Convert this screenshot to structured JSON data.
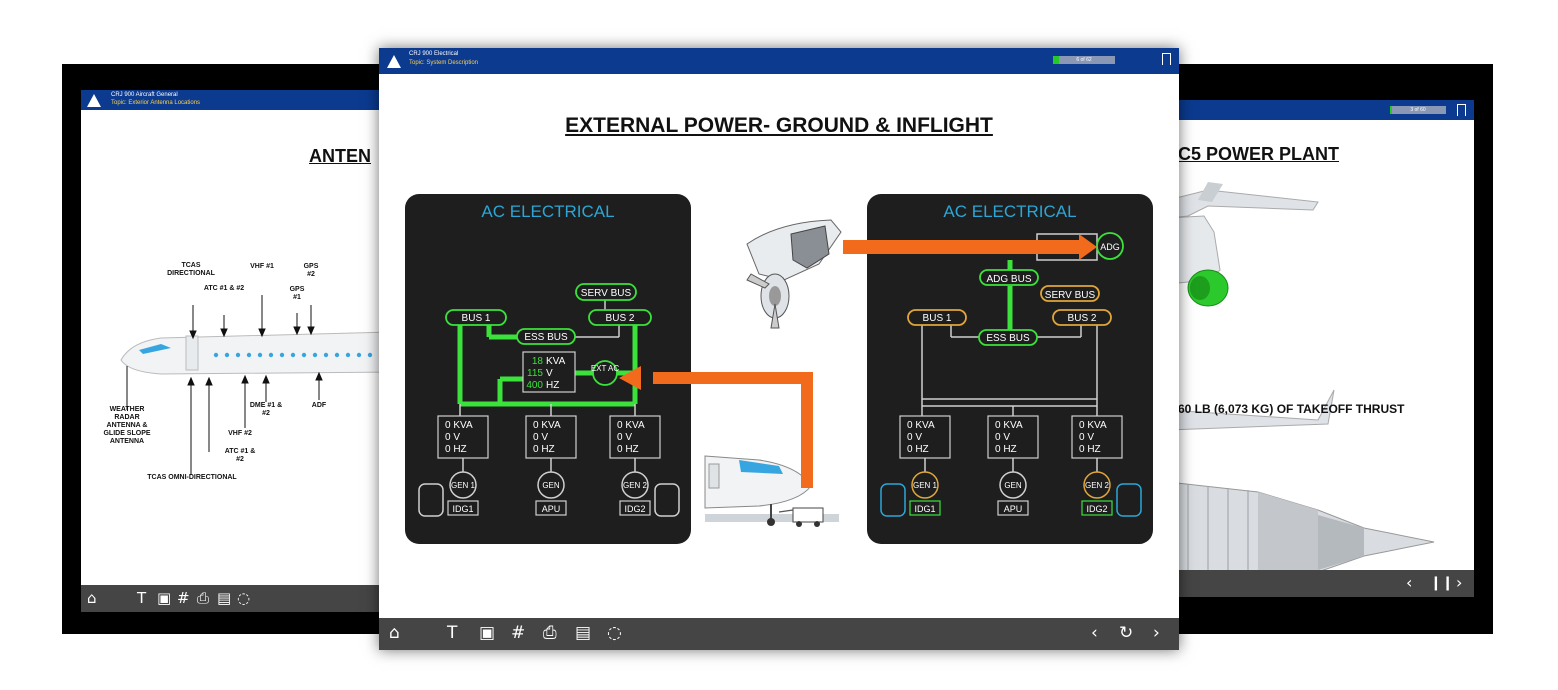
{
  "left_window": {
    "header": {
      "course": "CRJ 900 Aircraft General",
      "topic": "Topic: Exterior Antenna Locations"
    },
    "slide_title": "ANTEN",
    "callouts": {
      "tcas_dir": "TCAS DIRECTIONAL",
      "atc_top": "ATC #1 & #2",
      "vhf1": "VHF #1",
      "gps2": "GPS #2",
      "gps1": "GPS #1",
      "weather": "WEATHER RADAR ANTENNA & GLIDE SLOPE ANTENNA",
      "tcas_omni": "TCAS OMNI-DIRECTIONAL",
      "atc_bottom": "ATC #1 & #2",
      "vhf2": "VHF #2",
      "dme": "DME #1 & #2",
      "adf": "ADF"
    }
  },
  "center_window": {
    "header": {
      "course": "CRJ 900 Electrical",
      "topic": "Topic: System Description",
      "progress_text": "6 of 62",
      "progress": 0.1
    },
    "slide_title": "EXTERNAL POWER- GROUND & INFLIGHT",
    "left_panel": {
      "title": "AC ELECTRICAL",
      "serv_bus": "SERV BUS",
      "bus1": "BUS 1",
      "bus2": "BUS 2",
      "ess_bus": "ESS BUS",
      "ext_readout": {
        "kva": "18",
        "kva_unit": "KVA",
        "v": "115",
        "v_unit": "V",
        "hz": "400",
        "hz_unit": "HZ"
      },
      "ext_ac": "EXT AC",
      "gen_boxes": [
        {
          "kva": "0 KVA",
          "v": "0 V",
          "hz": "0 HZ",
          "gen": "GEN 1",
          "src": "IDG1"
        },
        {
          "kva": "0 KVA",
          "v": "0 V",
          "hz": "0 HZ",
          "gen": "GEN",
          "src": "APU"
        },
        {
          "kva": "0 KVA",
          "v": "0 V",
          "hz": "0 HZ",
          "gen": "GEN 2",
          "src": "IDG2"
        }
      ]
    },
    "right_panel": {
      "title": "AC ELECTRICAL",
      "adg": "ADG",
      "adg_bus": "ADG BUS",
      "serv_bus": "SERV BUS",
      "bus1": "BUS 1",
      "bus2": "BUS 2",
      "ess_bus": "ESS BUS",
      "gen_boxes": [
        {
          "kva": "0 KVA",
          "v": "0 V",
          "hz": "0 HZ",
          "gen": "GEN 1",
          "src": "IDG1"
        },
        {
          "kva": "0 KVA",
          "v": "0 V",
          "hz": "0 HZ",
          "gen": "GEN",
          "src": "APU"
        },
        {
          "kva": "0 KVA",
          "v": "0 V",
          "hz": "0 HZ",
          "gen": "GEN 2",
          "src": "IDG2"
        }
      ]
    }
  },
  "right_window": {
    "header": {
      "progress_text": "3 of 60"
    },
    "slide_title": "C5 POWER PLANT",
    "thrust_text": "60 LB (6,073 KG) OF TAKEOFF THRUST"
  },
  "footer_icons": [
    "home-icon",
    "text-icon",
    "video-icon",
    "hash-icon",
    "print-icon",
    "calculator-icon",
    "chat-icon"
  ],
  "colors": {
    "header_blue": "#0b3a8f",
    "bus_green": "#3be23b",
    "arrow_orange": "#f26b1d",
    "panel_title": "#2ba6d6",
    "footer_gray": "#454545"
  }
}
